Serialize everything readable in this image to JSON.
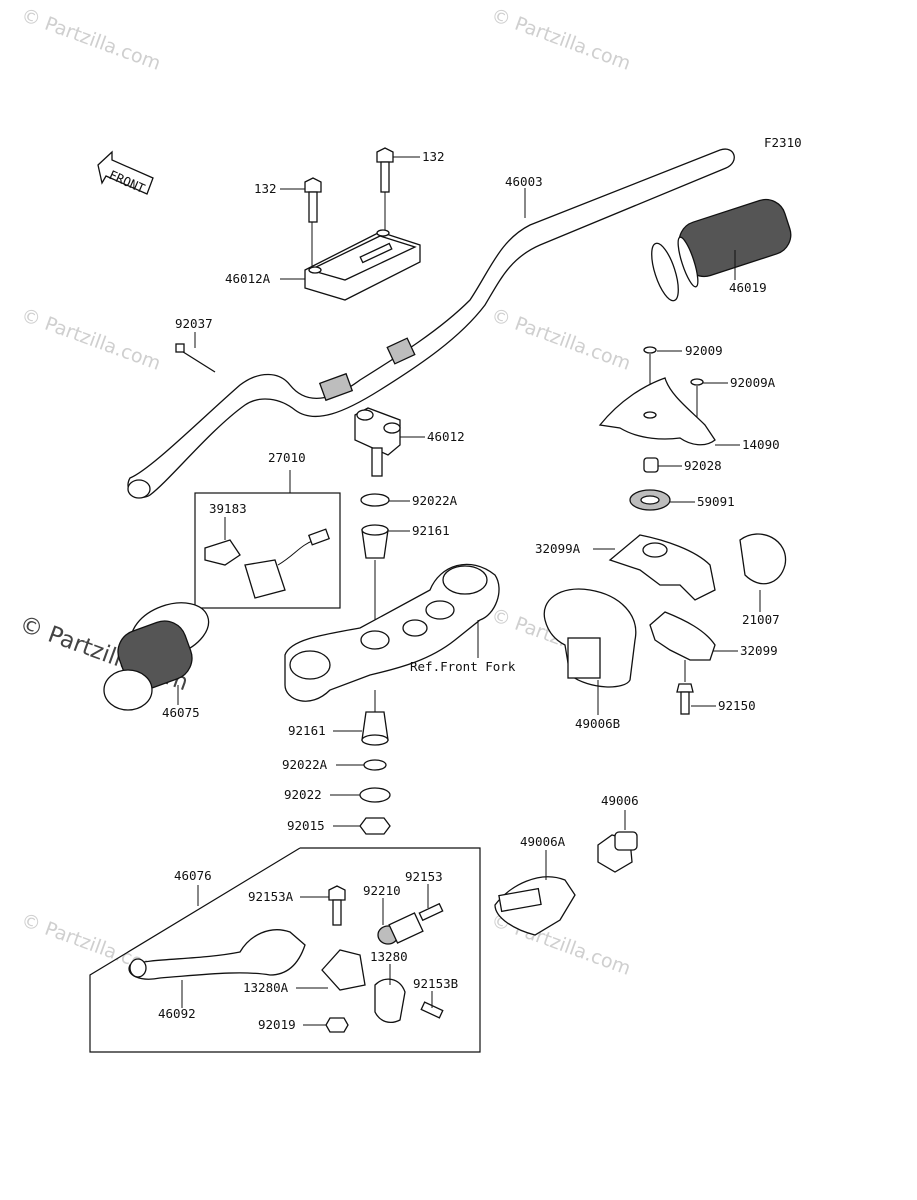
{
  "figure_code": "F2310",
  "front_arrow_label": "FRONT",
  "reference_note": "Ref.Front Fork",
  "watermark_text": "© Partzilla.com",
  "part_labels": {
    "p132_top": "132",
    "p132_left": "132",
    "p46003": "46003",
    "p46012A": "46012A",
    "p46019": "46019",
    "p92037": "92037",
    "p92009": "92009",
    "p92009A": "92009A",
    "p46012": "46012",
    "p14090": "14090",
    "p27010": "27010",
    "p92028": "92028",
    "p92022A_top": "92022A",
    "p59091": "59091",
    "p39183": "39183",
    "p92161_top": "92161",
    "p32099A": "32099A",
    "p21007": "21007",
    "p46075": "46075",
    "p32099": "32099",
    "p49006B": "49006B",
    "p92150": "92150",
    "p92161_bot": "92161",
    "p92022A_bot": "92022A",
    "p92022": "92022",
    "p92015": "92015",
    "p49006": "49006",
    "p46076": "46076",
    "p49006A": "49006A",
    "p92153": "92153",
    "p92153A": "92153A",
    "p92210": "92210",
    "p13280": "13280",
    "p13280A": "13280A",
    "p92153B": "92153B",
    "p46092": "46092",
    "p92019": "92019"
  }
}
